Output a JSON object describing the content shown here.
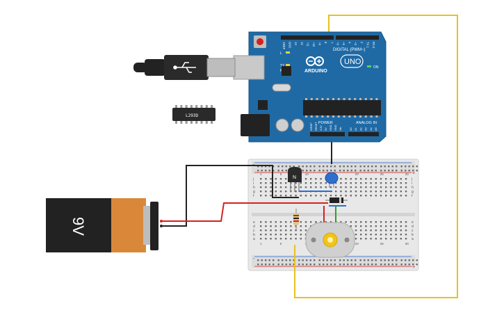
{
  "arduino": {
    "logo": "ARDUINO",
    "model": "UNO",
    "digital_label": "DIGITAL (PWM~)",
    "power_label": "POWER",
    "analog_label": "ANALOG IN",
    "on_label": "ON",
    "l_label": "L",
    "tx_label": "TX",
    "rx_label": "RX",
    "digital_pins": [
      "AREF",
      "GND",
      "13",
      "12",
      "~11",
      "~10",
      "~9",
      "8",
      "7",
      "~6",
      "~5",
      "4",
      "~3",
      "2",
      "TX 1",
      "RX 0"
    ],
    "power_pins": [
      "IOREF",
      "RESET",
      "3.3V",
      "5V",
      "GND",
      "GND",
      "Vin"
    ],
    "analog_pins": [
      "A0",
      "A1",
      "A2",
      "A3",
      "A4",
      "A5"
    ]
  },
  "ic_chip": {
    "label": "L293D"
  },
  "transistor": {
    "label": "N"
  },
  "battery": {
    "label": "9V"
  },
  "breadboard": {
    "rows": [
      "j",
      "i",
      "h",
      "g",
      "f",
      "e",
      "d",
      "c",
      "b",
      "a"
    ],
    "columns": [
      "1",
      "5",
      "10",
      "15",
      "20",
      "25",
      "30"
    ]
  },
  "colors": {
    "board": "#1f6aa5",
    "wire_black": "#222222",
    "wire_red": "#d62020",
    "wire_yellow": "#e8c020",
    "wire_blue": "#2a6dd6",
    "wire_green": "#2ca02c",
    "battery_orange": "#d9883a"
  }
}
